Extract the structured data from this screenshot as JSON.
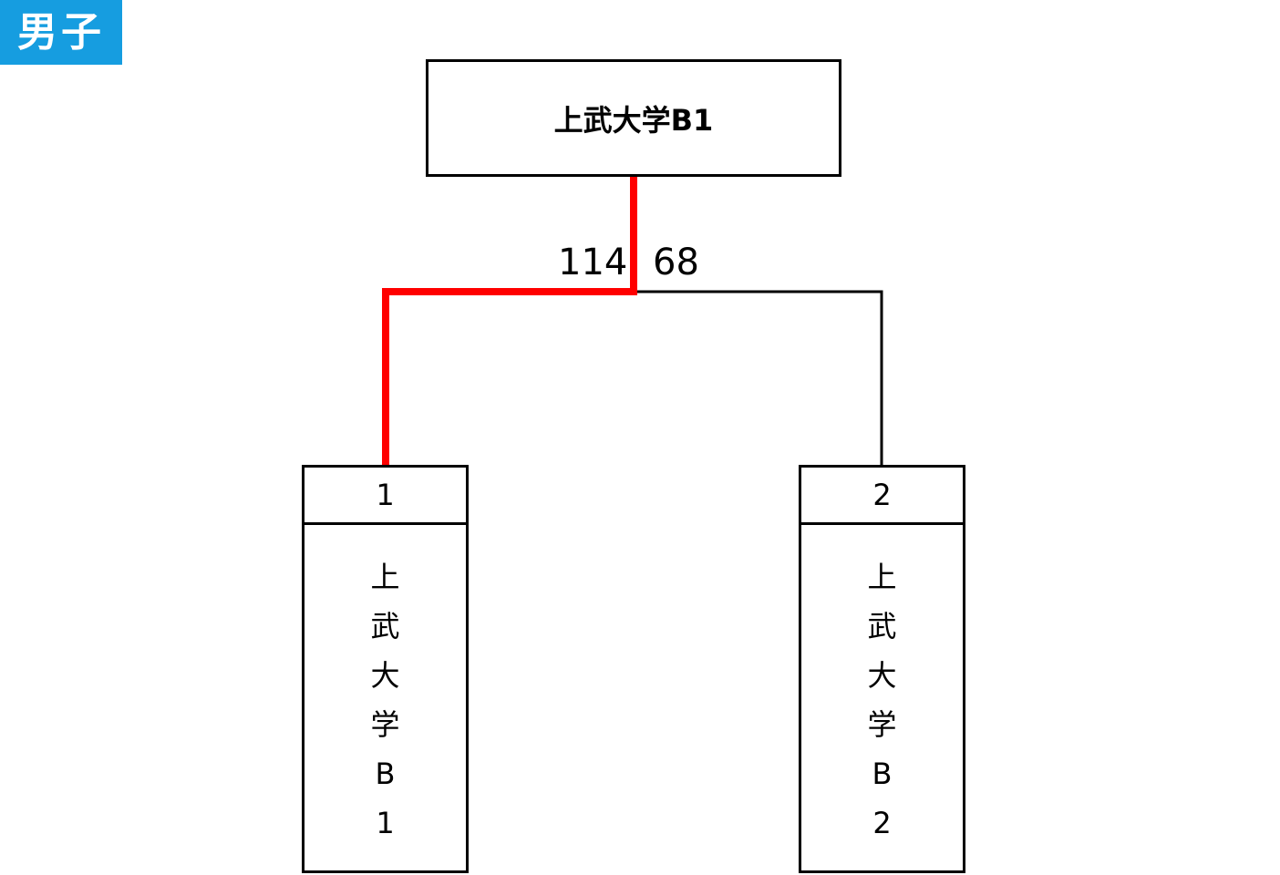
{
  "category": {
    "label": "男子",
    "bg_color": "#169de0",
    "text_color": "#ffffff"
  },
  "winner": {
    "name": "上武大学B1"
  },
  "scores": {
    "left": "114",
    "right": "68"
  },
  "teams": [
    {
      "seed": "1",
      "name_chars": [
        "上",
        "武",
        "大",
        "学",
        "B",
        "1"
      ]
    },
    {
      "seed": "2",
      "name_chars": [
        "上",
        "武",
        "大",
        "学",
        "B",
        "2"
      ]
    }
  ],
  "colors": {
    "winning_path": "#ff0000",
    "losing_path": "#000000",
    "border": "#000000"
  }
}
